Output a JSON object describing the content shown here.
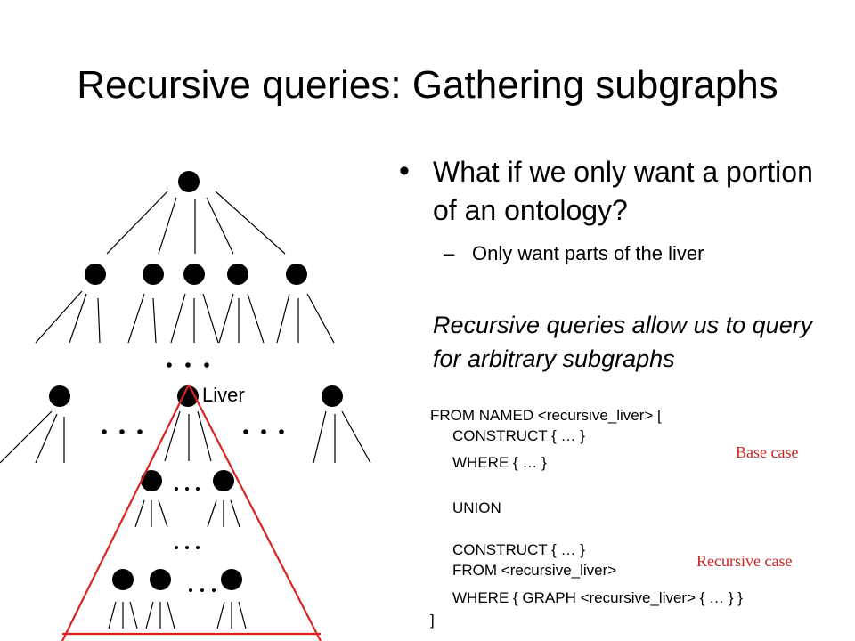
{
  "slide": {
    "title": "Recursive queries: Gathering subgraphs",
    "bullet": "What if we only want a portion of an ontology?",
    "sub_bullet": "Only want parts of the liver",
    "paragraph": "Recursive queries allow us to query for arbitrary subgraphs"
  },
  "diagram": {
    "liver_label": "Liver",
    "ellipsis": "…"
  },
  "query": {
    "line1": "FROM NAMED <recursive_liver> [",
    "line2": "CONSTRUCT { … }",
    "line3": "WHERE { … }",
    "line4": "UNION",
    "line5": "CONSTRUCT { … }",
    "line6": "FROM <recursive_liver>",
    "line7": "WHERE { GRAPH <recursive_liver> { … } }",
    "line8": "]"
  },
  "labels": {
    "base_case": "Base case",
    "recursive_case": "Recursive case"
  },
  "colors": {
    "triangle": "#dd2222",
    "label_red": "#cc2222"
  }
}
